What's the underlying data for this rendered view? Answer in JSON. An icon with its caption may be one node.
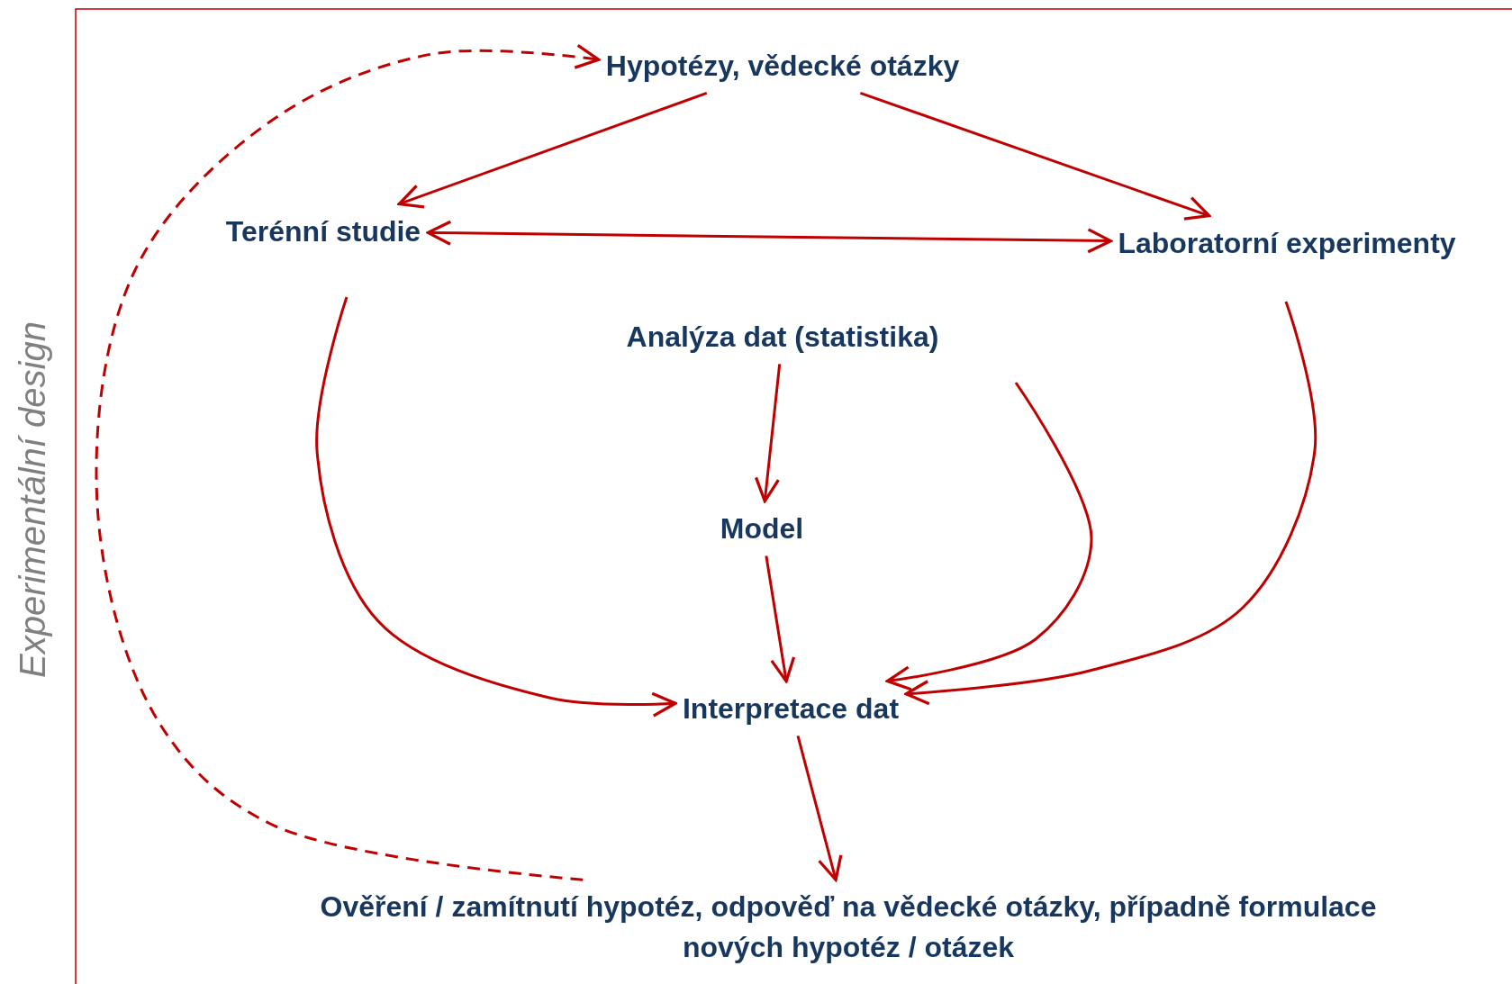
{
  "diagram": {
    "nodes": [
      {
        "text": [
          "Hypotézy, vědecké otázky"
        ]
      },
      {
        "text": [
          "Terénní studie"
        ]
      },
      {
        "text": [
          "Laboratorní experimenty"
        ]
      },
      {
        "text": [
          "Analýza dat (statistika)"
        ]
      },
      {
        "text": [
          "Model"
        ]
      },
      {
        "text": [
          "Interpretace dat"
        ]
      },
      {
        "text": [
          "Ověření / zamítnutí hypotéz, odpověď na vědecké otázky, případně formulace nových hypotéz / otázek"
        ]
      }
    ],
    "edges": [
      {
        "from": 0,
        "to": 1,
        "arrow": "to"
      },
      {
        "from": 0,
        "to": 2,
        "arrow": "to"
      },
      {
        "from": 1,
        "to": 2,
        "arrow": "both"
      },
      {
        "from": 1,
        "to": 5,
        "arrow": "to"
      },
      {
        "from": 3,
        "to": 4,
        "arrow": "to"
      },
      {
        "from": 3,
        "to": 5,
        "arrow": "to"
      },
      {
        "from": 2,
        "to": 5,
        "arrow": "to"
      },
      {
        "from": 4,
        "to": 5,
        "arrow": "to"
      },
      {
        "from": 5,
        "to": 6,
        "arrow": "to"
      },
      {
        "from": 6,
        "to": 0,
        "arrow": "to",
        "style": "dashed"
      }
    ],
    "labels": [
      "Experimentální design"
    ]
  }
}
